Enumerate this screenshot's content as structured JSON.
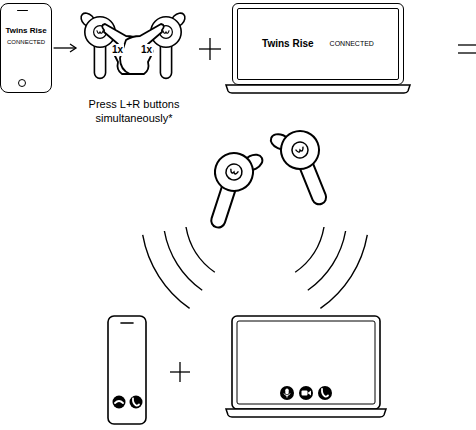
{
  "diagram": {
    "nodes": [
      {
        "text": [
          "Twins Rise",
          "CONNECTED"
        ]
      },
      {
        "text": [
          "1x",
          "1x",
          "Press L+R buttons simultaneously*"
        ]
      },
      {
        "text": [
          "Twins Rise",
          "CONNECTED"
        ]
      }
    ],
    "edges": [
      {
        "from": 0,
        "to": 1,
        "arrow": "to"
      }
    ]
  }
}
